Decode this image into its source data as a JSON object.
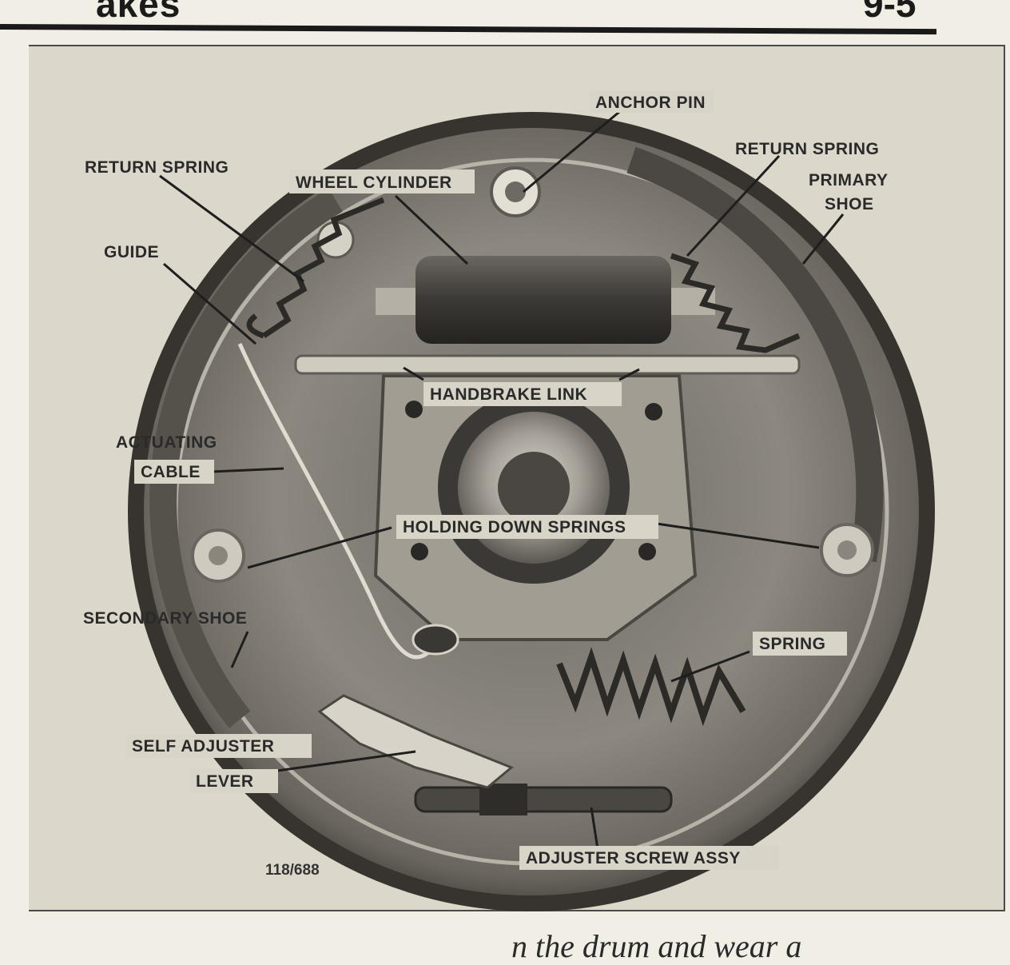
{
  "header": {
    "section_word": "akes",
    "page_number": "9-5"
  },
  "figure": {
    "labels": {
      "anchor_pin": "ANCHOR PIN",
      "return_spring_left": "RETURN SPRING",
      "wheel_cylinder": "WHEEL CYLINDER",
      "return_spring_right": "RETURN SPRING",
      "primary_shoe_1": "PRIMARY",
      "primary_shoe_2": "SHOE",
      "guide": "GUIDE",
      "handbrake_link": "HANDBRAKE LINK",
      "actuating_cable_1": "ACTUATING",
      "actuating_cable_2": "CABLE",
      "holding_down_springs": "HOLDING DOWN SPRINGS",
      "secondary_shoe": "SECONDARY SHOE",
      "spring": "SPRING",
      "self_adjuster_1": "SELF ADJUSTER",
      "self_adjuster_2": "LEVER",
      "adjuster_screw": "ADJUSTER SCREW ASSY"
    },
    "figure_id": "118/688"
  },
  "body_text": "n the drum and wear a"
}
